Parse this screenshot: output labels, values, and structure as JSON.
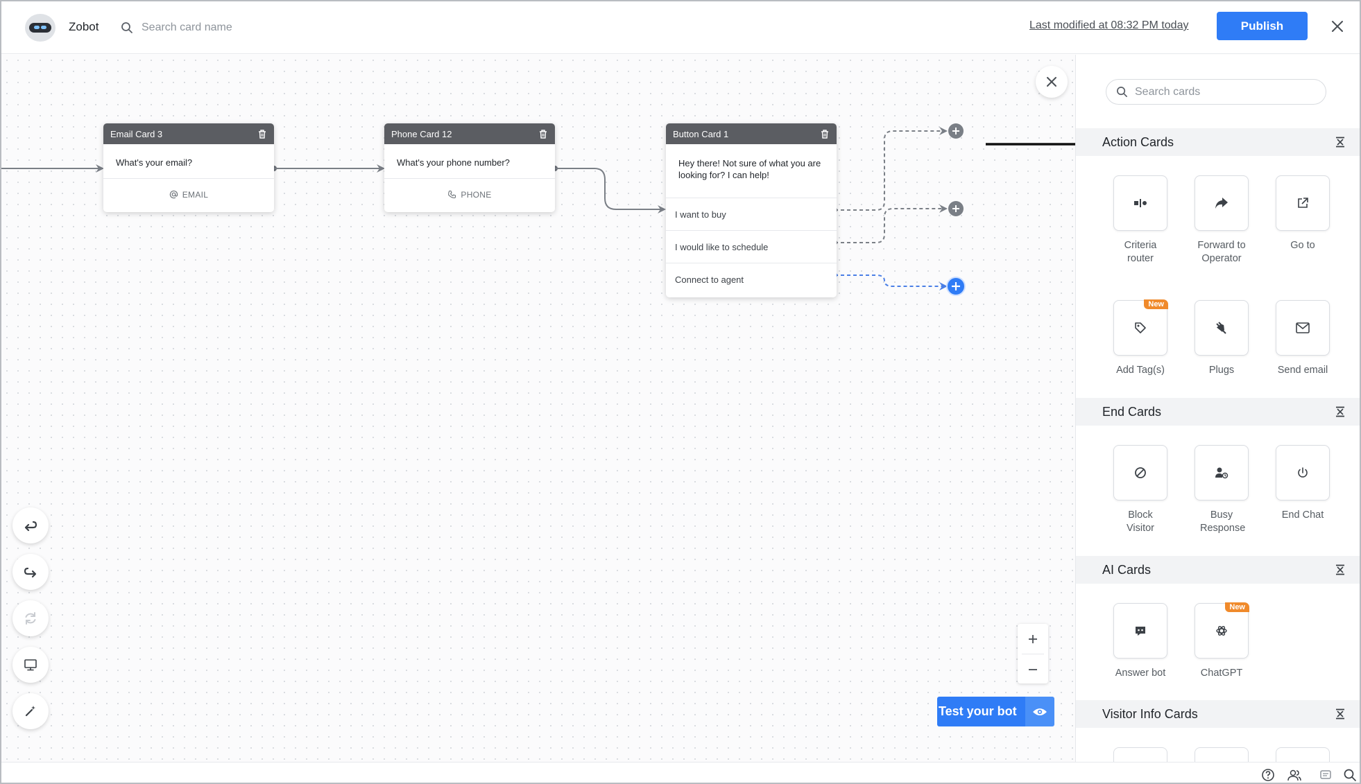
{
  "app": {
    "name": "Zobot"
  },
  "topbar": {
    "search_placeholder": "Search card name",
    "last_modified": "Last modified at 08:32 PM today",
    "publish_label": "Publish"
  },
  "cards": {
    "email": {
      "title": "Email Card 3",
      "question": "What's your email?",
      "field": "EMAIL"
    },
    "phone": {
      "title": "Phone Card 12",
      "question": "What's your phone number?",
      "field": "PHONE"
    },
    "button": {
      "title": "Button Card 1",
      "message": "Hey there! Not sure of what you are looking for? I can help!",
      "buttons": [
        "I want to buy",
        "I would like to schedule",
        "Connect to agent"
      ]
    }
  },
  "canvas": {
    "test_bot_label": "Test your bot"
  },
  "panel": {
    "search_placeholder": "Search cards",
    "sections": {
      "action": {
        "title": "Action Cards",
        "items": [
          {
            "label": "Criteria router",
            "icon": "criteria-router-icon"
          },
          {
            "label": "Forward to Operator",
            "icon": "forward-arrow-icon"
          },
          {
            "label": "Go to",
            "icon": "external-link-icon"
          },
          {
            "label": "Add Tag(s)",
            "icon": "tag-icon",
            "badge": "New"
          },
          {
            "label": "Plugs",
            "icon": "plug-icon"
          },
          {
            "label": "Send email",
            "icon": "mail-icon"
          }
        ]
      },
      "end": {
        "title": "End Cards",
        "items": [
          {
            "label": "Block Visitor",
            "icon": "block-icon"
          },
          {
            "label": "Busy Response",
            "icon": "busy-user-icon"
          },
          {
            "label": "End Chat",
            "icon": "power-icon"
          }
        ]
      },
      "ai": {
        "title": "AI Cards",
        "items": [
          {
            "label": "Answer bot",
            "icon": "answer-bot-icon"
          },
          {
            "label": "ChatGPT",
            "icon": "chatgpt-icon",
            "badge": "New"
          }
        ]
      },
      "visitor": {
        "title": "Visitor Info Cards"
      }
    }
  },
  "colors": {
    "accent": "#2f7cf6",
    "card_header": "#5b5d62",
    "badge": "#f08a2b",
    "wire": "#7a7f86"
  }
}
